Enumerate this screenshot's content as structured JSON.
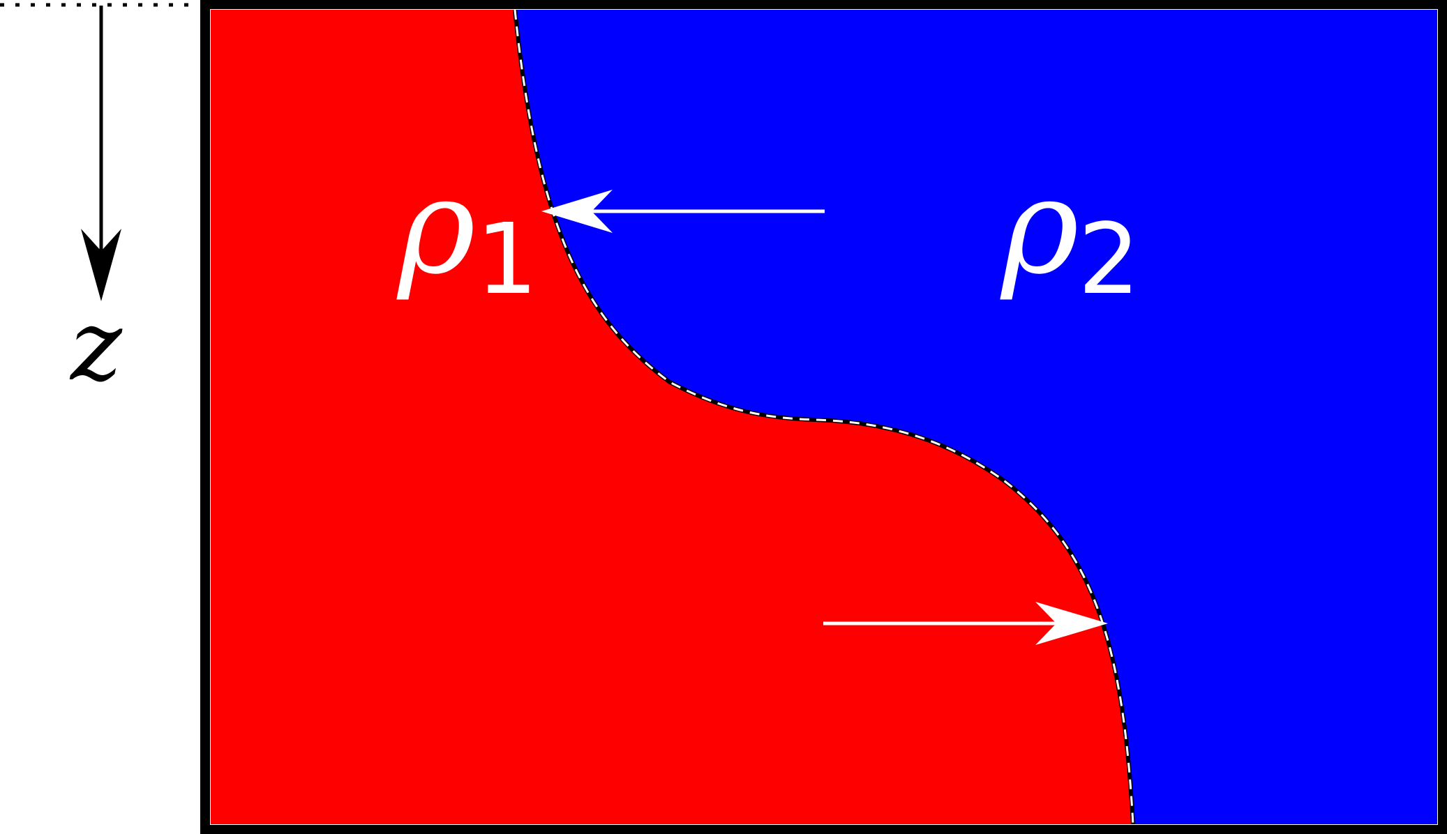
{
  "axis": {
    "label": "z"
  },
  "fluids": {
    "left": {
      "symbol": "ρ",
      "subscript": "1",
      "color": "#ff0000"
    },
    "right": {
      "symbol": "ρ",
      "subscript": "2",
      "color": "#0000ff"
    }
  },
  "interface": {
    "stroke": "#000000",
    "dash": "#ffffff"
  },
  "arrows": {
    "color": "#ffffff"
  },
  "frame": {
    "color": "#000000"
  }
}
